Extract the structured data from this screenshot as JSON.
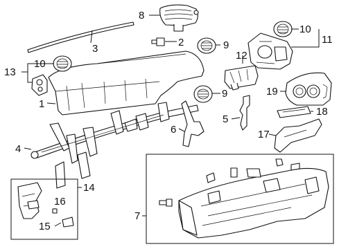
{
  "diagram": {
    "callouts": [
      {
        "id": "c1",
        "label": "1"
      },
      {
        "id": "c2",
        "label": "2"
      },
      {
        "id": "c3",
        "label": "3"
      },
      {
        "id": "c4",
        "label": "4"
      },
      {
        "id": "c5",
        "label": "5"
      },
      {
        "id": "c6",
        "label": "6"
      },
      {
        "id": "c7",
        "label": "7"
      },
      {
        "id": "c8",
        "label": "8"
      },
      {
        "id": "c9a",
        "label": "9"
      },
      {
        "id": "c9b",
        "label": "9"
      },
      {
        "id": "c10a",
        "label": "10"
      },
      {
        "id": "c10b",
        "label": "10"
      },
      {
        "id": "c11",
        "label": "11"
      },
      {
        "id": "c12",
        "label": "12"
      },
      {
        "id": "c13",
        "label": "13"
      },
      {
        "id": "c14",
        "label": "14"
      },
      {
        "id": "c15",
        "label": "15"
      },
      {
        "id": "c16",
        "label": "16"
      },
      {
        "id": "c17",
        "label": "17"
      },
      {
        "id": "c18",
        "label": "18"
      },
      {
        "id": "c19",
        "label": "19"
      }
    ]
  }
}
